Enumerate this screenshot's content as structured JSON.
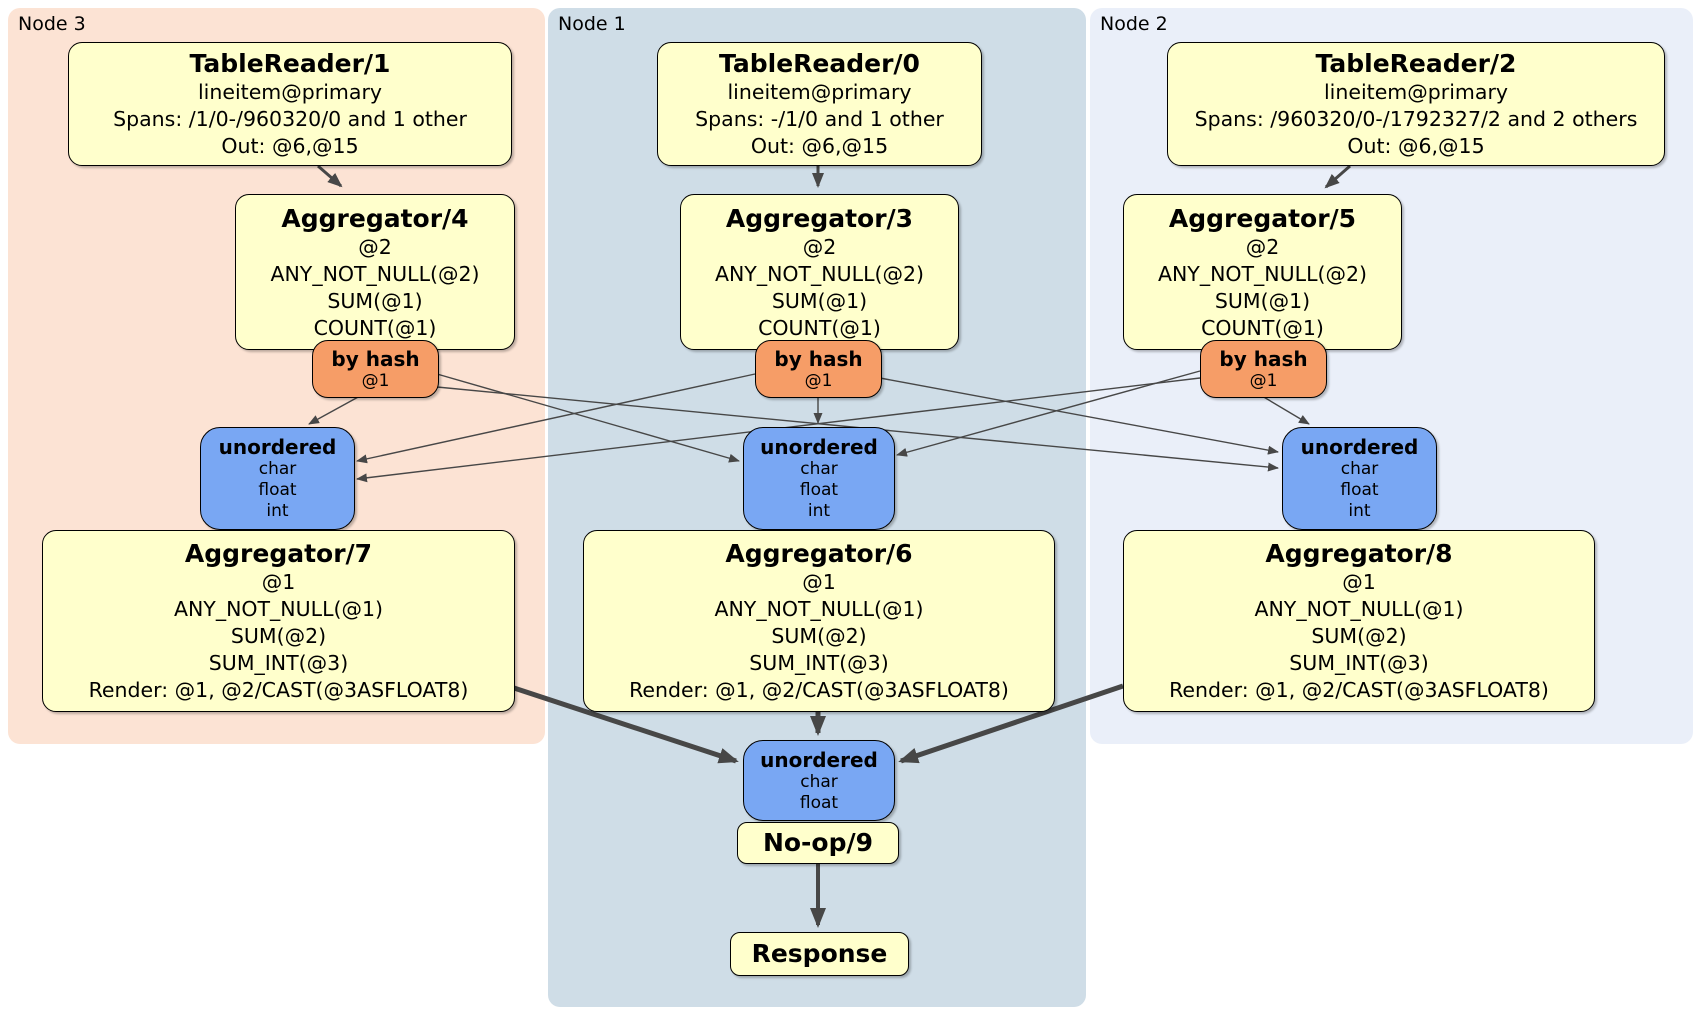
{
  "colors": {
    "panel_node3": "#fce3d4",
    "panel_node1": "#cfdde7",
    "panel_node2": "#eaeff9",
    "box_fill": "#ffffcc",
    "box_border": "#000000",
    "router_fill": "#f69d67",
    "sync_fill": "#79a7f3",
    "edge_color": "#474747"
  },
  "panels": {
    "node3": {
      "label": "Node 3"
    },
    "node1": {
      "label": "Node 1"
    },
    "node2": {
      "label": "Node 2"
    }
  },
  "processors": {
    "tr1": {
      "title": "TableReader/1",
      "lines": [
        "lineitem@primary",
        "Spans: /1/0-/960320/0 and 1 other",
        "Out: @6,@15"
      ]
    },
    "tr0": {
      "title": "TableReader/0",
      "lines": [
        "lineitem@primary",
        "Spans: -/1/0 and 1 other",
        "Out: @6,@15"
      ]
    },
    "tr2": {
      "title": "TableReader/2",
      "lines": [
        "lineitem@primary",
        "Spans: /960320/0-/1792327/2 and 2 others",
        "Out: @6,@15"
      ]
    },
    "agg4": {
      "title": "Aggregator/4",
      "lines": [
        "@2",
        "ANY_NOT_NULL(@2)",
        "SUM(@1)",
        "COUNT(@1)"
      ]
    },
    "agg3": {
      "title": "Aggregator/3",
      "lines": [
        "@2",
        "ANY_NOT_NULL(@2)",
        "SUM(@1)",
        "COUNT(@1)"
      ]
    },
    "agg5": {
      "title": "Aggregator/5",
      "lines": [
        "@2",
        "ANY_NOT_NULL(@2)",
        "SUM(@1)",
        "COUNT(@1)"
      ]
    },
    "agg7": {
      "title": "Aggregator/7",
      "lines": [
        "@1",
        "ANY_NOT_NULL(@1)",
        "SUM(@2)",
        "SUM_INT(@3)",
        "Render: @1, @2/CAST(@3ASFLOAT8)"
      ]
    },
    "agg6": {
      "title": "Aggregator/6",
      "lines": [
        "@1",
        "ANY_NOT_NULL(@1)",
        "SUM(@2)",
        "SUM_INT(@3)",
        "Render: @1, @2/CAST(@3ASFLOAT8)"
      ]
    },
    "agg8": {
      "title": "Aggregator/8",
      "lines": [
        "@1",
        "ANY_NOT_NULL(@1)",
        "SUM(@2)",
        "SUM_INT(@3)",
        "Render: @1, @2/CAST(@3ASFLOAT8)"
      ]
    },
    "noop": {
      "title": "No-op/9"
    },
    "response": {
      "title": "Response"
    }
  },
  "routers": {
    "node3": {
      "title": "by hash",
      "lines": [
        "@1"
      ]
    },
    "node1": {
      "title": "by hash",
      "lines": [
        "@1"
      ]
    },
    "node2": {
      "title": "by hash",
      "lines": [
        "@1"
      ]
    }
  },
  "syncs": {
    "node3": {
      "title": "unordered",
      "lines": [
        "char",
        "float",
        "int"
      ]
    },
    "node1": {
      "title": "unordered",
      "lines": [
        "char",
        "float",
        "int"
      ]
    },
    "node2": {
      "title": "unordered",
      "lines": [
        "char",
        "float",
        "int"
      ]
    },
    "final": {
      "title": "unordered",
      "lines": [
        "char",
        "float"
      ]
    }
  }
}
